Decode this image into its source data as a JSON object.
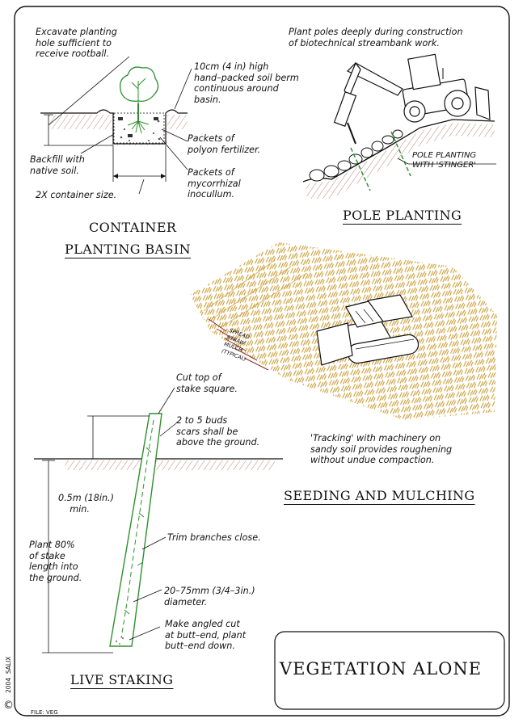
{
  "sheet": {
    "main_title": "VEGETATION ALONE",
    "file_label": "FILE: VEG",
    "copyright_symbol": "©",
    "copyright_text": "2004  SALIX"
  },
  "container": {
    "title_line1": "CONTAINER",
    "title_line2": "PLANTING BASIN",
    "notes": {
      "excavate": "Excavate planting\nhole sufficient to\nreceive rootball.",
      "berm": "10cm (4 in) high\nhand–packed soil berm\ncontinuous around\nbasin.",
      "backfill": "Backfill with\nnative soil.",
      "fertilizer": "Packets of\npolyon fertilizer.",
      "mycorrhizal": "Packets of\nmycorrhizal\ninocullum.",
      "container_size": "2X container size."
    }
  },
  "pole": {
    "title": "POLE PLANTING",
    "note_top": "Plant poles deeply during construction\nof biotechnical streambank work.",
    "label": "POLE PLANTING\nWITH 'STINGER'"
  },
  "seeding": {
    "title": "SEEDING AND MULCHING",
    "mulch_label": "SPREAD\nSTRAW\nMULCH\n(TYPICAL)",
    "tracking_note": "'Tracking' with machinery on\nsandy soil provides roughening\nwithout undue compaction."
  },
  "staking": {
    "title": "LIVE STAKING",
    "notes": {
      "cut_top": "Cut top of\nstake square.",
      "buds": "2 to 5 buds\nscars shall be\nabove the ground.",
      "depth": "0.5m (18in.)\n    min.",
      "plant80": "Plant 80%\nof stake\nlength into\nthe ground.",
      "trim": "Trim branches close.",
      "diameter": "20–75mm (3/4–3in.)\ndiameter.",
      "angled": "Make angled cut\nat butt–end, plant\nbutt–end down."
    }
  },
  "colors": {
    "straw": "#c99a2e",
    "stake_green": "#2f8f2f",
    "soil_hatch": "#8a2b2b",
    "line": "#111111"
  }
}
